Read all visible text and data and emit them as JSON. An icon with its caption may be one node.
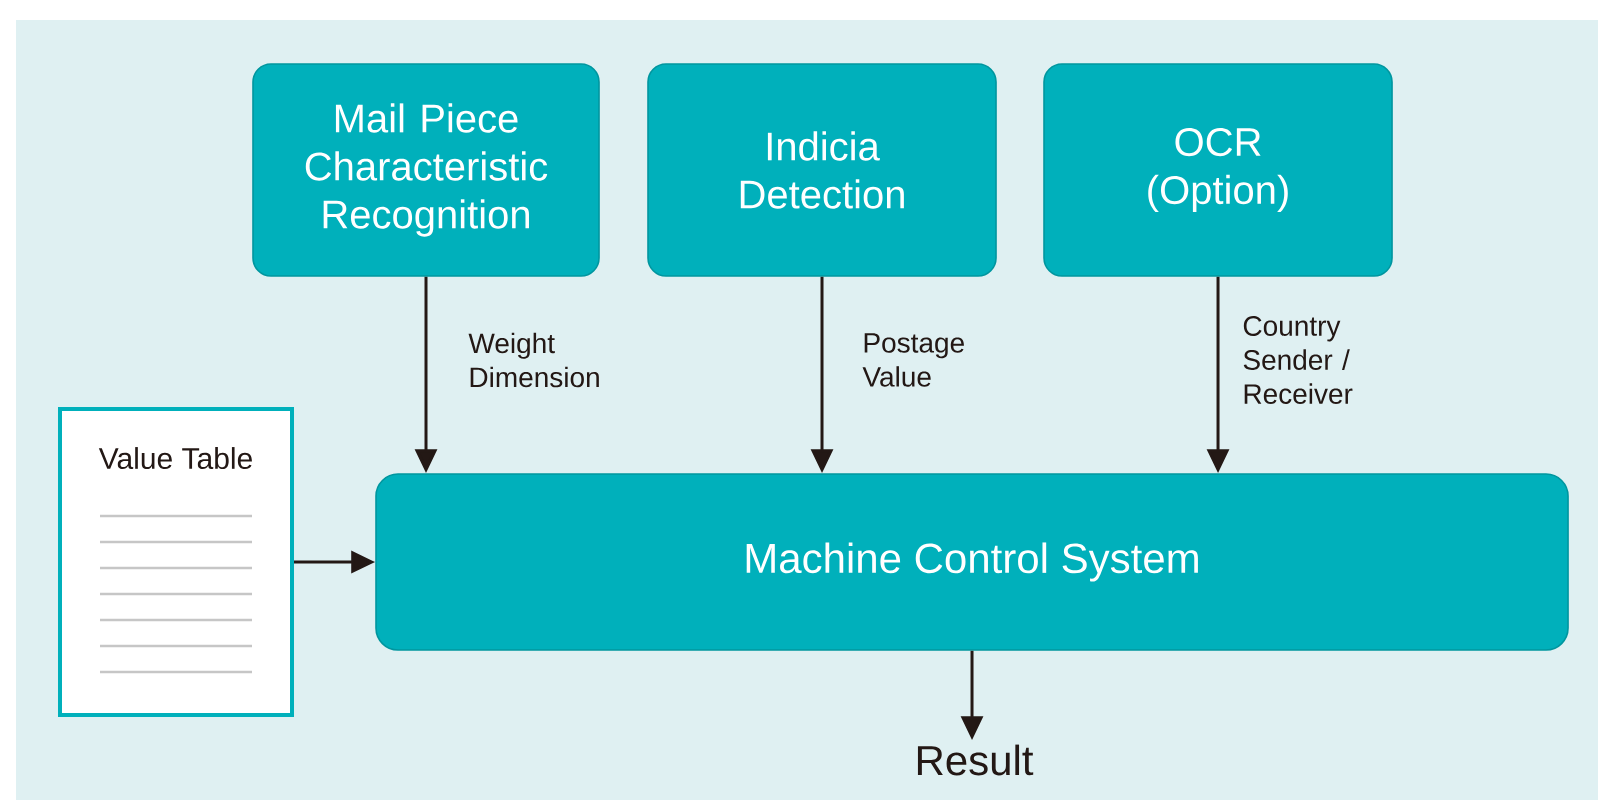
{
  "diagram": {
    "nodes": [
      {
        "text": [
          "Mail Piece Characteristic Recognition"
        ]
      },
      {
        "text": [
          "Indicia Detection"
        ]
      },
      {
        "text": [
          "OCR (Option)"
        ]
      },
      {
        "text": [
          "Value Table"
        ]
      },
      {
        "text": [
          "Machine Control System"
        ]
      },
      {
        "text": [
          "Result"
        ]
      }
    ],
    "edges": [
      {
        "from": 0,
        "to": 4,
        "arrow": "to",
        "label": "Weight Dimension"
      },
      {
        "from": 1,
        "to": 4,
        "arrow": "to",
        "label": "Postage Value"
      },
      {
        "from": 2,
        "to": 4,
        "arrow": "to",
        "label": "Country Sender / Receiver"
      },
      {
        "from": 3,
        "to": 4,
        "arrow": "to"
      },
      {
        "from": 4,
        "to": 5,
        "arrow": "to"
      }
    ]
  }
}
